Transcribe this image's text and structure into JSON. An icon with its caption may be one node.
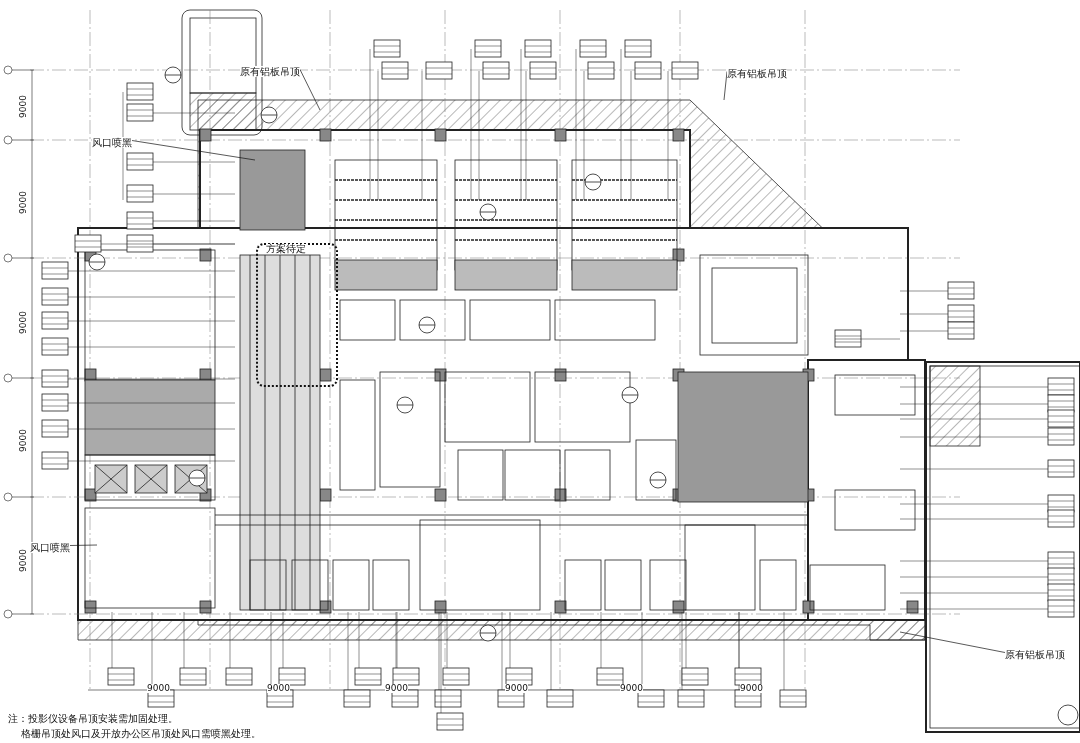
{
  "diagram": {
    "nodes": [
      {
        "text": [
          "原有铝板吊顶"
        ]
      },
      {
        "text": [
          "原有铝板吊顶"
        ]
      },
      {
        "text": [
          "风口喷黑"
        ]
      },
      {
        "text": [
          "方案待定"
        ]
      },
      {
        "text": [
          "风口喷黑"
        ]
      },
      {
        "text": [
          "原有铝板吊顶"
        ]
      }
    ],
    "edges": [
      {
        "from": 0,
        "to": null,
        "arrow": "none"
      },
      {
        "from": 1,
        "to": null,
        "arrow": "none"
      },
      {
        "from": 2,
        "to": null,
        "arrow": "none"
      },
      {
        "from": 4,
        "to": null,
        "arrow": "none"
      },
      {
        "from": 5,
        "to": null,
        "arrow": "none"
      }
    ],
    "labels": [
      "9000",
      "9000",
      "9000",
      "9000",
      "9000",
      "9000",
      "9000",
      "9000",
      "9000",
      "9000",
      "9000",
      "注：投影仪设备吊顶安装需加固处理。",
      "格栅吊顶处风口及开放办公区吊顶处风口需喷黑处理。"
    ]
  }
}
